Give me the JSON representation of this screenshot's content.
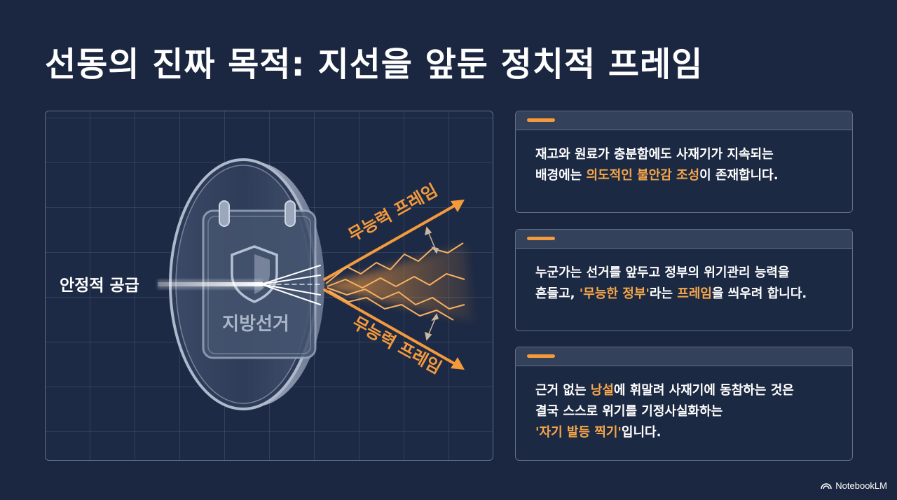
{
  "title": "선동의 진짜 목적: 지선을 앞둔 정치적 프레임",
  "diagram": {
    "input_label": "안정적 공급",
    "lens_label": "지방선거",
    "upper_frame_label": "무능력 프레임",
    "lower_frame_label": "무능력 프레임",
    "lens_icons": [
      "calendar-icon",
      "shield-icon"
    ]
  },
  "cards": [
    {
      "lines": [
        [
          {
            "t": "재고와 원료가 충분함에도 사재기가 지속되는",
            "hl": false
          }
        ],
        [
          {
            "t": "배경에는 ",
            "hl": false
          },
          {
            "t": "의도적인 불안감 조성",
            "hl": true
          },
          {
            "t": "이 존재합니다.",
            "hl": false
          }
        ]
      ]
    },
    {
      "lines": [
        [
          {
            "t": "누군가는 선거를 앞두고 정부의 위기관리 능력을",
            "hl": false
          }
        ],
        [
          {
            "t": "흔들고, ",
            "hl": false
          },
          {
            "t": "'무능한 정부'",
            "hl": true
          },
          {
            "t": "라는 ",
            "hl": false
          },
          {
            "t": "프레임",
            "hl": true
          },
          {
            "t": "을 씌우려 합니다.",
            "hl": false
          }
        ]
      ]
    },
    {
      "lines": [
        [
          {
            "t": "근거 없는 ",
            "hl": false
          },
          {
            "t": "낭설",
            "hl": true
          },
          {
            "t": "에 휘말려 사재기에 동참하는 것은",
            "hl": false
          }
        ],
        [
          {
            "t": "결국 스스로 위기를 기정사실화하는",
            "hl": false
          }
        ],
        [
          {
            "t": "'자기 발등 찍기'",
            "hl": true
          },
          {
            "t": "입니다.",
            "hl": false
          }
        ]
      ]
    }
  ],
  "brand": "NotebookLM",
  "colors": {
    "background": "#1b2740",
    "accent": "#f49a3c",
    "highlight": "#f6a64a",
    "panel_border": "#5f6d86"
  }
}
